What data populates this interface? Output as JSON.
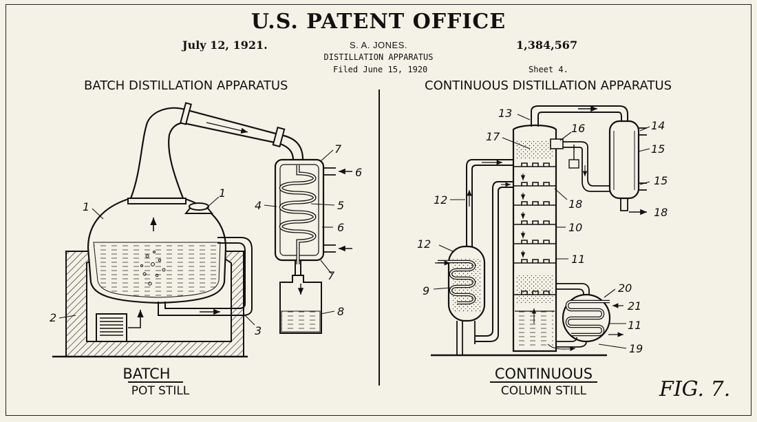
{
  "header": {
    "office": "U.S. PATENT OFFICE",
    "date": "July 12, 1921.",
    "number": "1,384,567",
    "inventor": "S. A. JONES.",
    "subject": "DISTILLATION APPARATUS",
    "filed": "Filed June 15, 1920",
    "sheet": "Sheet 4."
  },
  "panels": {
    "left": {
      "heading": "BATCH DISTILLATION APPARATUS",
      "caption_title": "BATCH",
      "caption_subtitle": "POT STILL",
      "refs": [
        "1",
        "1",
        "2",
        "3",
        "4",
        "5",
        "6",
        "6",
        "7",
        "7",
        "8"
      ]
    },
    "right": {
      "heading": "CONTINUOUS DISTILLATION APPARATUS",
      "caption_title": "CONTINUOUS",
      "caption_subtitle": "COLUMN STILL",
      "refs": [
        "13",
        "14",
        "15",
        "15",
        "16",
        "17",
        "18",
        "18",
        "12",
        "12",
        "10",
        "11",
        "11",
        "9",
        "20",
        "21",
        "19"
      ]
    }
  },
  "figure_label": "FIG. 7.",
  "colors": {
    "paper": "#f4f1e6",
    "ink": "#111111"
  }
}
